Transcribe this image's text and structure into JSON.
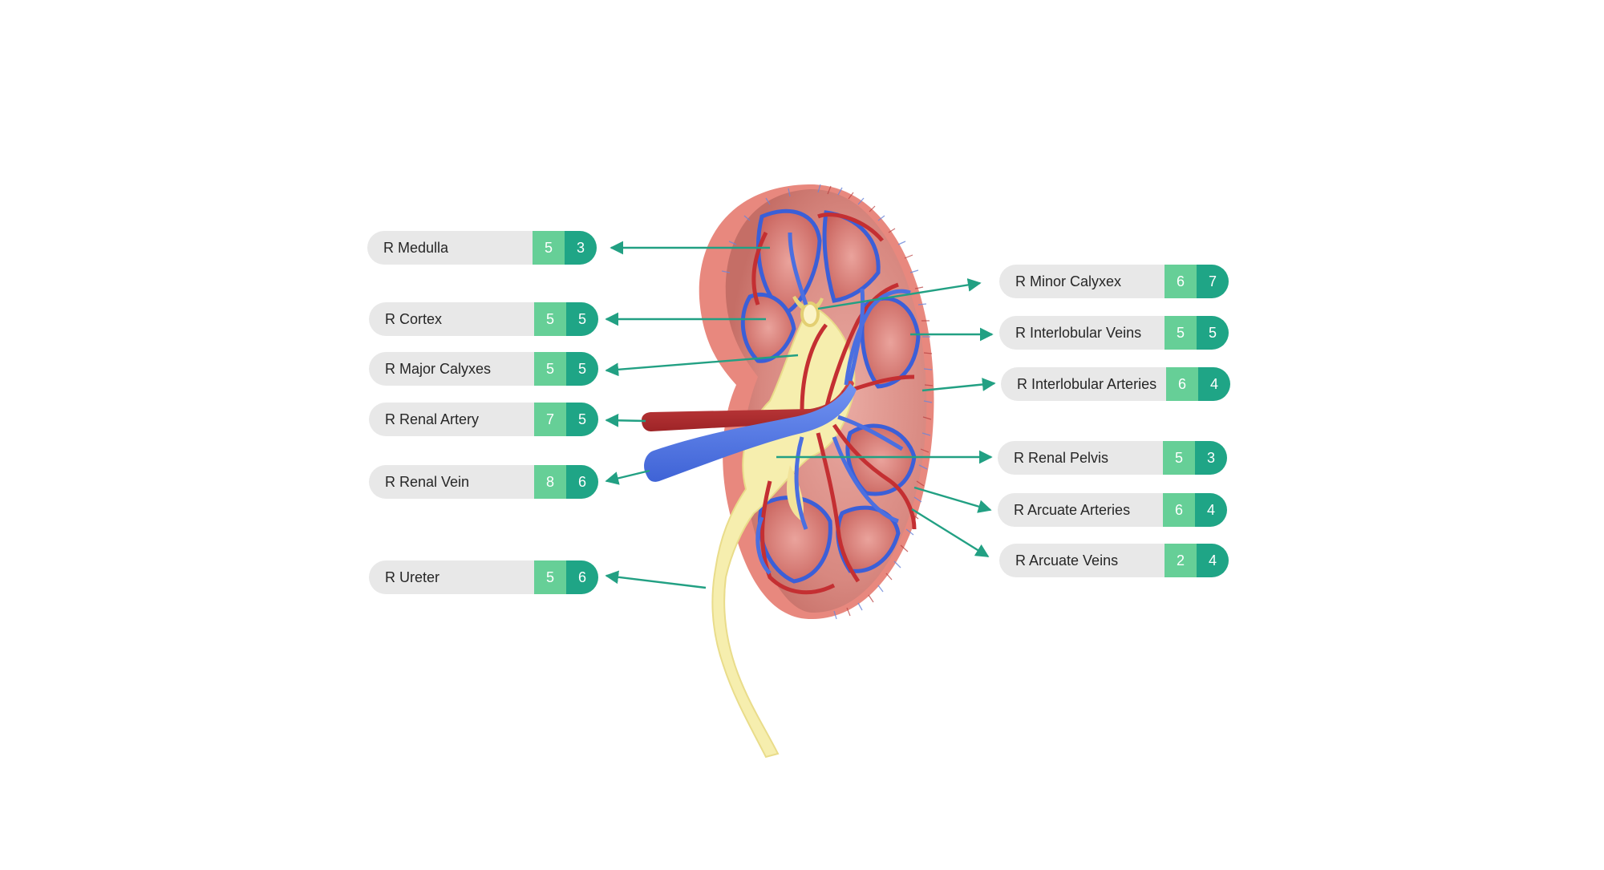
{
  "colors": {
    "pill_bg": "#e8e8e8",
    "score_light": "#66cf97",
    "score_dark": "#1fa586",
    "leader": "#22a083",
    "artery": "#c8373a",
    "vein": "#5a7fe8",
    "ureter": "#f6eeae",
    "capsule": "#e8887e",
    "tissue": "#d98a82"
  },
  "labels": [
    {
      "id": "medulla",
      "name": "R Medulla",
      "score1": "5",
      "score2": "3"
    },
    {
      "id": "cortex",
      "name": "R Cortex",
      "score1": "5",
      "score2": "5"
    },
    {
      "id": "major-calyxes",
      "name": "R Major Calyxes",
      "score1": "5",
      "score2": "5"
    },
    {
      "id": "renal-artery",
      "name": "R Renal Artery",
      "score1": "7",
      "score2": "5"
    },
    {
      "id": "renal-vein",
      "name": "R Renal Vein",
      "score1": "8",
      "score2": "6"
    },
    {
      "id": "ureter",
      "name": "R Ureter",
      "score1": "5",
      "score2": "6"
    },
    {
      "id": "minor-calyxex",
      "name": "R Minor Calyxex",
      "score1": "6",
      "score2": "7"
    },
    {
      "id": "interlobular-veins",
      "name": "R Interlobular Veins",
      "score1": "5",
      "score2": "5"
    },
    {
      "id": "interlobular-arteries",
      "name": "R Interlobular Arteries",
      "score1": "6",
      "score2": "4"
    },
    {
      "id": "renal-pelvis",
      "name": "R Renal Pelvis",
      "score1": "5",
      "score2": "3"
    },
    {
      "id": "arcuate-arteries",
      "name": "R Arcuate Arteries",
      "score1": "6",
      "score2": "4"
    },
    {
      "id": "arcuate-veins",
      "name": "R Arcuate Veins",
      "score1": "2",
      "score2": "4"
    }
  ]
}
